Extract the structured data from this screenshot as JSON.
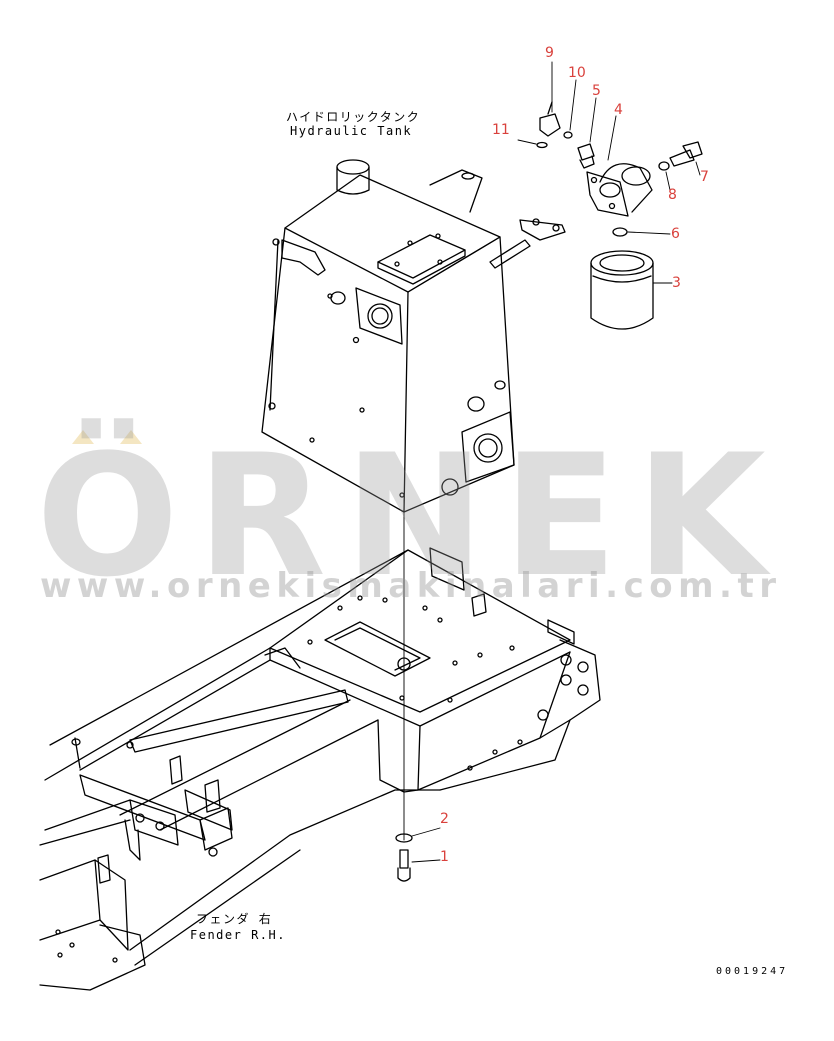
{
  "labels": {
    "tank_jp": "ハイドロリックタンク",
    "tank_en": "Hydraulic Tank",
    "fender_jp": "フェンダ 右",
    "fender_en": "Fender R.H."
  },
  "callouts": {
    "c1": "1",
    "c2": "2",
    "c3": "3",
    "c4": "4",
    "c5": "5",
    "c6": "6",
    "c7": "7",
    "c8": "8",
    "c9": "9",
    "c10": "10",
    "c11": "11"
  },
  "drawing_number": "00019247",
  "watermark": {
    "brand": "ÖRNEK",
    "url": "www.ornekismakinalari.com.tr"
  },
  "colors": {
    "callout": "#d9413c",
    "line": "#000000",
    "watermark": "#969696",
    "watermark_accent": "#e6c878"
  }
}
